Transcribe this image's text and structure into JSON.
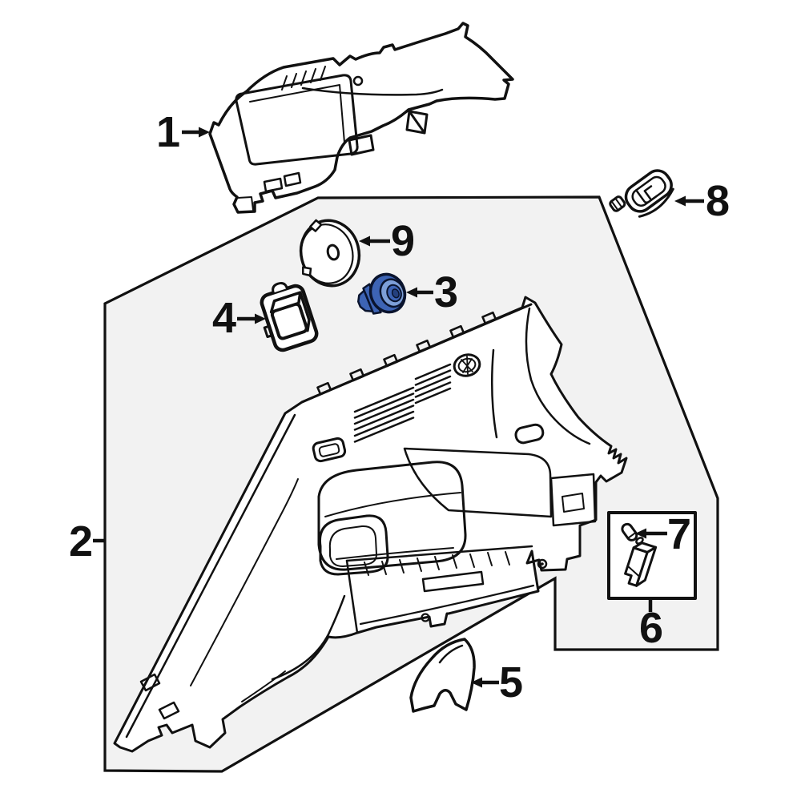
{
  "figure": {
    "type": "parts_diagram",
    "background_color": "#ffffff",
    "region_fill": "#f2f2f2",
    "line_color": "#111111",
    "part_fill": "#ffffff",
    "highlight": {
      "fill": "#3d64b5",
      "light": "#7d9fd8",
      "dark": "#24407e",
      "outline": "#0a142e"
    }
  },
  "callouts": [
    {
      "label": "1",
      "highlighted": false
    },
    {
      "label": "2",
      "highlighted": false
    },
    {
      "label": "3",
      "highlighted": true
    },
    {
      "label": "4",
      "highlighted": false
    },
    {
      "label": "5",
      "highlighted": false
    },
    {
      "label": "6",
      "highlighted": false
    },
    {
      "label": "7",
      "highlighted": false
    },
    {
      "label": "8",
      "highlighted": false
    },
    {
      "label": "9",
      "highlighted": false
    }
  ]
}
